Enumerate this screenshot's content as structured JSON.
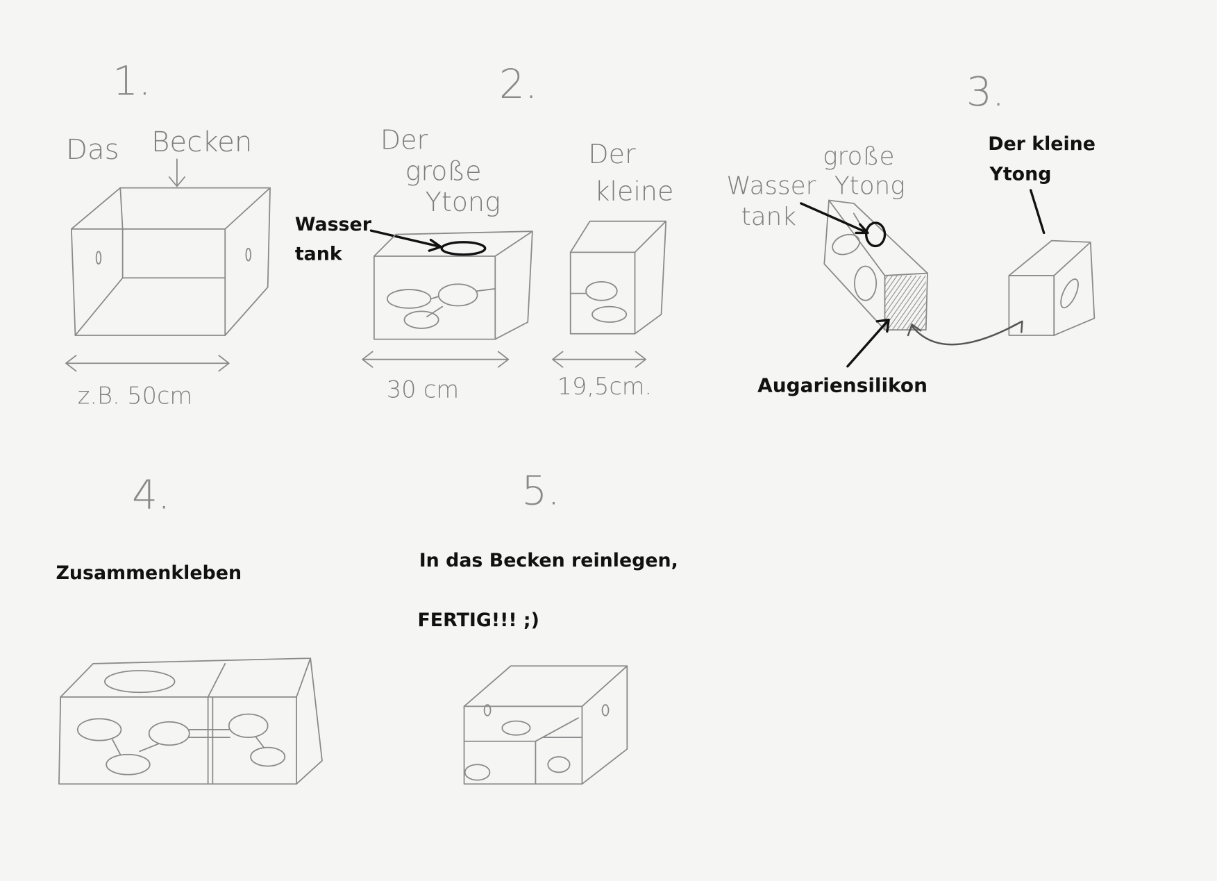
{
  "steps": [
    {
      "number": "1.",
      "title_line1": "Das",
      "title_line2": "Becken",
      "dimension": "z.B. 50cm"
    },
    {
      "number": "2.",
      "big_label_line1": "Der",
      "big_label_line2": "große",
      "big_label_line3": "Ytong",
      "tank_label_line1": "Wasser",
      "tank_label_line2": "tank",
      "big_dimension": "30 cm",
      "small_label_line1": "Der",
      "small_label_line2": "kleine",
      "small_dimension": "19,5cm."
    },
    {
      "number": "3.",
      "tank_label_line1": "Wasser",
      "tank_label_line2": "tank",
      "big_label_line1": "große",
      "big_label_line2": "Ytong",
      "small_label_line1": "Der kleine",
      "small_label_line2": "Ytong",
      "silicone_label": "Augariensilikon"
    },
    {
      "number": "4.",
      "instruction": "Zusammenkleben"
    },
    {
      "number": "5.",
      "instruction": "In das Becken reinlegen,",
      "final": "FERTIG!!! ;)"
    }
  ]
}
